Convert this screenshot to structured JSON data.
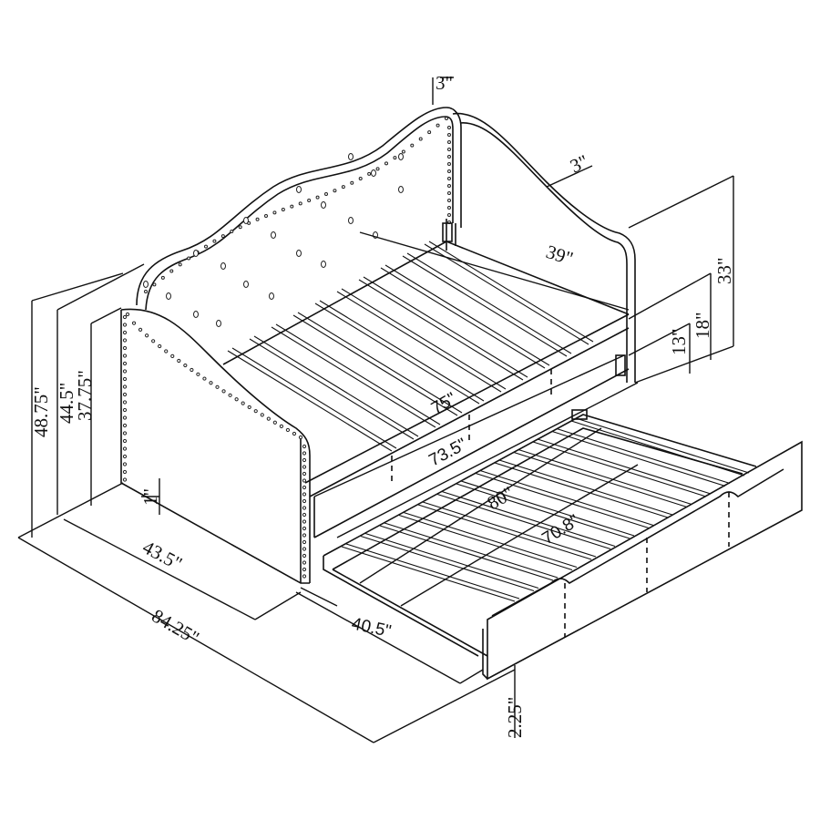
{
  "dimensions": {
    "total_height": "48.75\"",
    "back_height": "44.5\"",
    "arm_height": "37.75\"",
    "leg_height": "1\"",
    "depth": "43.5\"",
    "total_length": "84.25\"",
    "trundle_width": "40.5\"",
    "trundle_clearance": "2.25\"",
    "back_thickness": "3\"",
    "arm_thickness": "3\"",
    "inner_width": "39\"",
    "arm_side_height": "33\"",
    "seat_height": "18\"",
    "frame_height": "13\"",
    "inner_length": "75\"",
    "frame_length": "73.5\"",
    "trundle_length": "80\"",
    "trundle_inner_length": "70.8\""
  }
}
